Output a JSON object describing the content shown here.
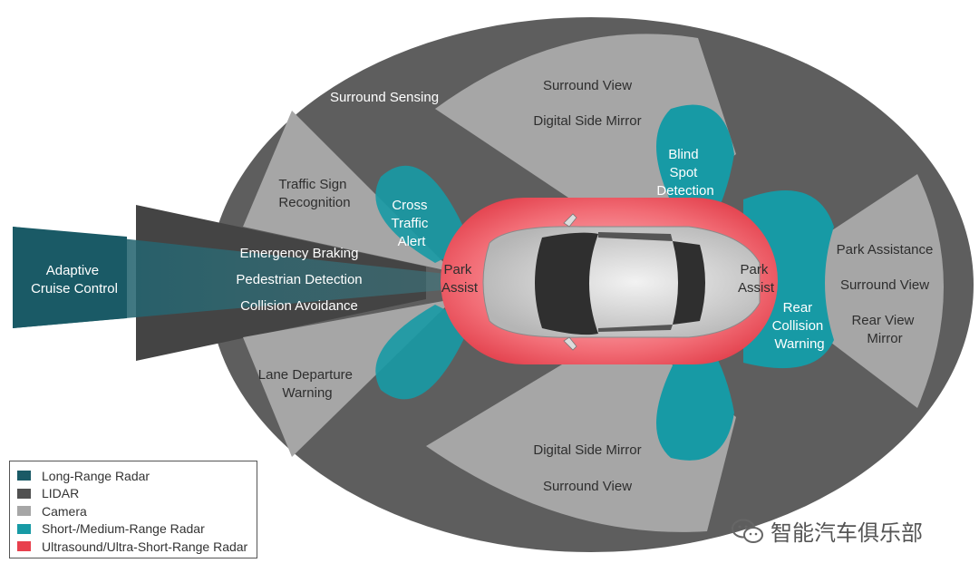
{
  "colors": {
    "long_range_radar": "#1a5a66",
    "lidar": "#505050",
    "camera": "#a6a6a6",
    "short_medium_radar": "#179aa5",
    "ultrasound": "#e8404d",
    "outer_ellipse": "#5e5e5e"
  },
  "zones": {
    "surround_sensing": "Surround Sensing",
    "front_top_line1": "Surround View",
    "front_top_line2": "Digital Side Mirror",
    "front_bottom_line1": "Digital Side Mirror",
    "front_bottom_line2": "Surround View",
    "traffic_sign": [
      "Traffic Sign",
      "Recognition"
    ],
    "cross_traffic": [
      "Cross",
      "Traffic",
      "Alert"
    ],
    "blind_spot": [
      "Blind",
      "Spot",
      "Detection"
    ],
    "emergency_braking": "Emergency Braking",
    "pedestrian_detection": "Pedestrian Detection",
    "collision_avoidance": "Collision Avoidance",
    "adaptive_cruise": [
      "Adaptive",
      "Cruise Control"
    ],
    "park_assist_front": [
      "Park",
      "Assist"
    ],
    "park_assist_rear": [
      "Park",
      "Assist"
    ],
    "rear_collision": [
      "Rear",
      "Collision",
      "Warning"
    ],
    "park_assistance": "Park Assistance",
    "rear_surround_view": "Surround View",
    "rear_view_mirror": [
      "Rear View",
      "Mirror"
    ],
    "lane_departure": [
      "Lane Departure",
      "Warning"
    ]
  },
  "legend": [
    {
      "label": "Long-Range Radar",
      "color": "#1a5a66"
    },
    {
      "label": "LIDAR",
      "color": "#505050"
    },
    {
      "label": "Camera",
      "color": "#a6a6a6"
    },
    {
      "label": "Short-/Medium-Range Radar",
      "color": "#179aa5"
    },
    {
      "label": "Ultrasound/Ultra-Short-Range Radar",
      "color": "#e8404d"
    }
  ],
  "watermark": "智能汽车俱乐部",
  "watermark_icon": "wechat-icon"
}
